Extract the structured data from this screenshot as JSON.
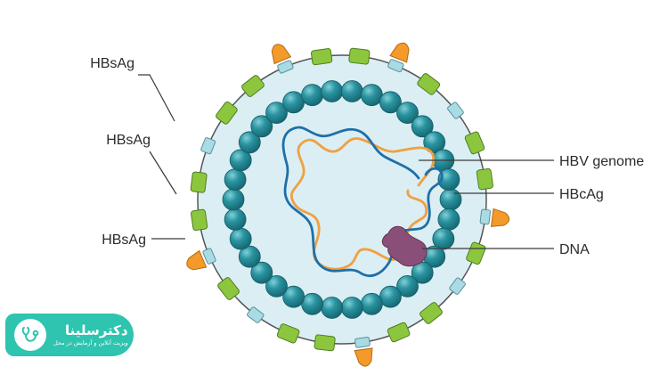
{
  "labels": {
    "hbsag_top": "HBsAg",
    "hbsag_mid": "HBsAg",
    "hbsag_bottom": "HBsAg",
    "hbv_genome": "HBV genome",
    "hbcag": "HBcAg",
    "dna": "DNA"
  },
  "logo": {
    "title": "دکترسلینا",
    "subtitle": "ویزیت آنلاین و آزمایش در محل"
  },
  "colors": {
    "envelope_fill": "#dbeef4",
    "envelope_stroke": "#555555",
    "capsid": "#2a93a0",
    "protein_green": "#8cc63f",
    "protein_orange": "#f39a2a",
    "protein_teal": "#a8dbe3",
    "strand_blue": "#1f6fa8",
    "strand_orange": "#f0a040",
    "polymerase": "#8a4f78",
    "logo_bg": "#2ec4b0"
  }
}
